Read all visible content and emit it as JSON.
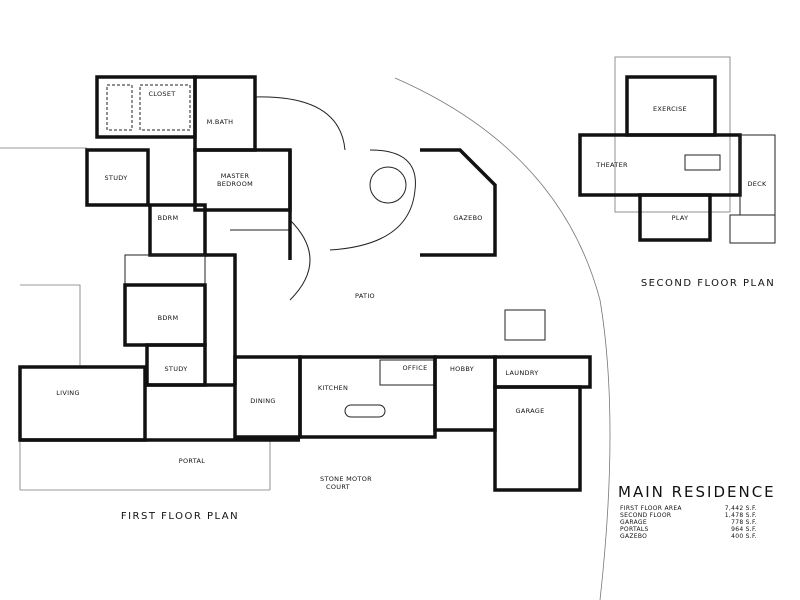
{
  "first_floor": {
    "label": "FIRST FLOOR PLAN",
    "rooms": {
      "closet": "CLOSET",
      "mbath": "M.BATH",
      "study1": "STUDY",
      "master": [
        "MASTER",
        "BEDROOM"
      ],
      "bdrm1": "BDRM",
      "bdrm2": "BDRM",
      "study2": "STUDY",
      "living": "LIVING",
      "dining": "DINING",
      "kitchen": "KITCHEN",
      "office": "OFFICE",
      "hobby": "HOBBY",
      "laundry": "LAUNDRY",
      "garage": "GARAGE",
      "gazebo": "GAZEBO",
      "patio": "PATIO",
      "portal": "PORTAL",
      "court": [
        "STONE MOTOR",
        "COURT"
      ]
    }
  },
  "second_floor": {
    "label": "SECOND FLOOR PLAN",
    "rooms": {
      "exercise": "EXERCISE",
      "theater": "THEATER",
      "deck": "DECK",
      "play": "PLAY"
    }
  },
  "summary": {
    "title": "MAIN RESIDENCE",
    "rows": [
      {
        "label": "FIRST FLOOR AREA",
        "value": "7,442 S.F."
      },
      {
        "label": "SECOND FLOOR",
        "value": "1,478 S.F."
      },
      {
        "label": "GARAGE",
        "value": "778 S.F."
      },
      {
        "label": "PORTALS",
        "value": "964 S.F."
      },
      {
        "label": "GAZEBO",
        "value": "400 S.F."
      }
    ]
  }
}
